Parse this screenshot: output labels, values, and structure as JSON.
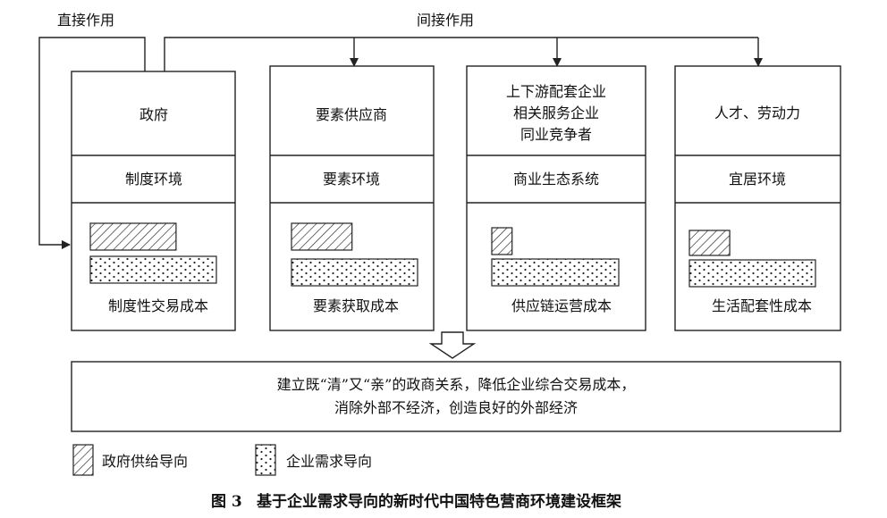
{
  "arrows": {
    "direct_label": "直接作用",
    "indirect_label": "间接作用"
  },
  "columns": [
    {
      "actor_lines": [
        "政府"
      ],
      "environment": "制度环境",
      "cost_label": "制度性交易成本",
      "government_supply_level": 0.68,
      "enterprise_demand_level": 1.0
    },
    {
      "actor_lines": [
        "要素供应商"
      ],
      "environment": "要素环境",
      "cost_label": "要素获取成本",
      "government_supply_level": 0.48,
      "enterprise_demand_level": 1.0
    },
    {
      "actor_lines": [
        "上下游配套企业",
        "相关服务企业",
        "同业竞争者"
      ],
      "environment": "商业生态系统",
      "cost_label": "供应链运营成本",
      "government_supply_level": 0.16,
      "enterprise_demand_level": 1.0
    },
    {
      "actor_lines": [
        "人才、劳动力"
      ],
      "environment": "宜居环境",
      "cost_label": "生活配套性成本",
      "government_supply_level": 0.32,
      "enterprise_demand_level": 1.0
    }
  ],
  "conclusion": {
    "line1": "建立既“清”又“亲”的政商关系，降低企业综合交易成本，",
    "line2": "消除外部不经济，创造良好的外部经济"
  },
  "legend": {
    "government_supply": "政府供给导向",
    "enterprise_demand": "企业需求导向"
  },
  "caption": {
    "number": "图 3",
    "title": "基于企业需求导向的新时代中国特色营商环境建设框架"
  }
}
